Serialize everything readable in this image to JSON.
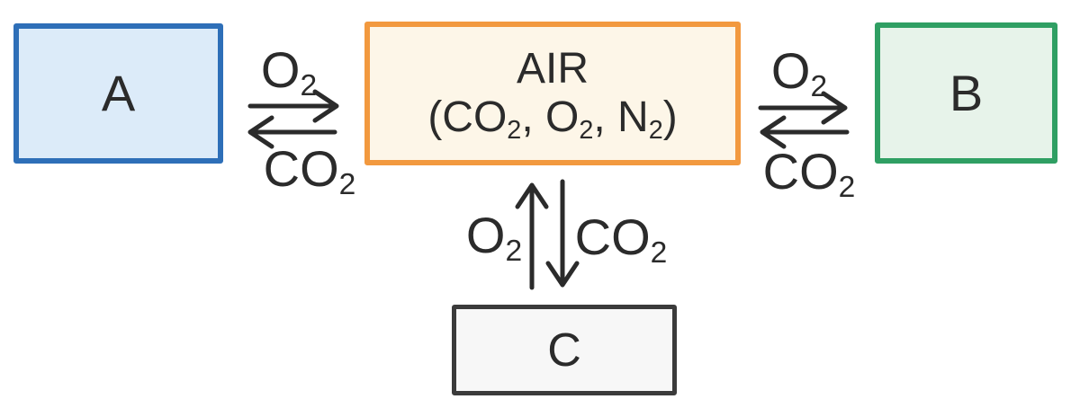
{
  "diagram": {
    "boxes": {
      "a": {
        "label": "A"
      },
      "b": {
        "label": "B"
      },
      "c": {
        "label": "C"
      },
      "air": {
        "title": "AIR",
        "composition": [
          {
            "text": "(CO"
          },
          {
            "sub": "2"
          },
          {
            "text": ", O"
          },
          {
            "sub": "2"
          },
          {
            "text": ", N"
          },
          {
            "sub": "2"
          },
          {
            "text": ")"
          }
        ]
      }
    },
    "exchanges": {
      "a_air": {
        "o2": [
          {
            "text": "O"
          },
          {
            "sub": "2"
          }
        ],
        "co2": [
          {
            "text": "CO"
          },
          {
            "sub": "2"
          }
        ]
      },
      "air_b": {
        "o2": [
          {
            "text": "O"
          },
          {
            "sub": "2"
          }
        ],
        "co2": [
          {
            "text": "CO"
          },
          {
            "sub": "2"
          }
        ]
      },
      "c_air": {
        "o2": [
          {
            "text": "O"
          },
          {
            "sub": "2"
          }
        ],
        "co2": [
          {
            "text": "CO"
          },
          {
            "sub": "2"
          }
        ]
      }
    },
    "colors": {
      "box_a_border": "#2e6fb8",
      "box_a_fill": "#dcebf9",
      "box_air_border": "#f2993f",
      "box_air_fill": "#fdf6e8",
      "box_b_border": "#2f9f63",
      "box_b_fill": "#e7f3ea",
      "box_c_border": "#3b3b3b",
      "box_c_fill": "#f7f7f7",
      "ink": "#2b2b2b",
      "background": "#ffffff"
    }
  }
}
